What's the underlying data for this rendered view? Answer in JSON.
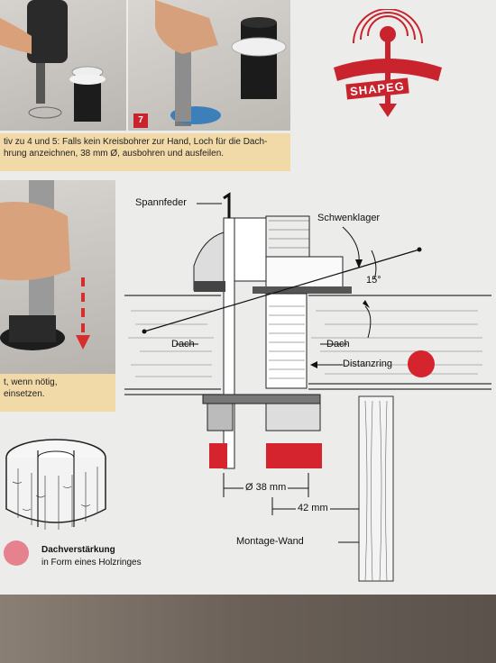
{
  "brand": {
    "logo_text": "SHAPEG",
    "accent": "#c9232d"
  },
  "top_caption": {
    "line1": "tiv zu 4 und 5: Falls kein Kreisbohrer zur Hand, Loch für die Dach-",
    "line2": "hrung anzeichnen, 38 mm Ø, ausbohren und ausfeilen."
  },
  "step_number": "7",
  "left_caption": {
    "line1": "t, wenn nötig,",
    "line2": "einsetzen."
  },
  "diagram": {
    "labels": {
      "spannfeder": "Spannfeder",
      "schwenklager": "Schwenklager",
      "angle": "15°",
      "dach_left": "Dach",
      "dach_right": "Dach",
      "distanzring": "Distanzring",
      "diameter": "Ø 38 mm",
      "offset": "42 mm",
      "wall": "Montage-Wand"
    }
  },
  "legend": {
    "title": "Dachverstärkung",
    "subtitle": "in Form eines Holzringes"
  }
}
